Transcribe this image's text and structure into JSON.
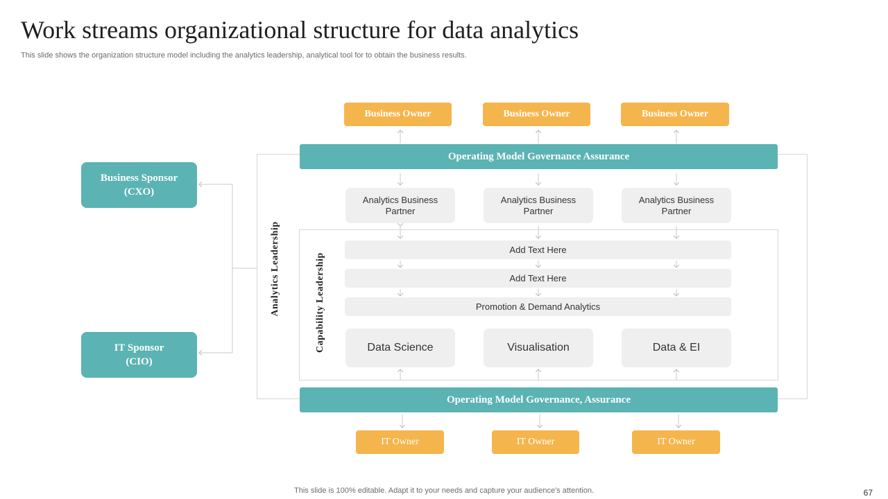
{
  "header": {
    "title": "Work streams organizational structure for data analytics",
    "subtitle": "This slide shows the organization structure  model including the analytics leadership, analytical tool for to obtain the business results."
  },
  "sponsors": {
    "business_line1": "Business Sponsor",
    "business_line2": "(CXO)",
    "it_line1": "IT Sponsor",
    "it_line2": "(CIO)"
  },
  "business_owners": [
    "Business Owner",
    "Business Owner",
    "Business Owner"
  ],
  "governance": {
    "top": "Operating  Model Governance Assurance",
    "bottom": "Operating  Model Governance, Assurance"
  },
  "partners": [
    {
      "line1": "Analytics Business",
      "line2": "Partner"
    },
    {
      "line1": "Analytics Business",
      "line2": "Partner"
    },
    {
      "line1": "Analytics Business",
      "line2": "Partner"
    }
  ],
  "side_labels": {
    "analytics": "Analytics  Leadership",
    "capability": "Capability  Leadership"
  },
  "rows": [
    "Add Text Here",
    "Add Text Here",
    "Promotion & Demand Analytics"
  ],
  "capabilities": [
    "Data Science",
    "Visualisation",
    "Data & EI"
  ],
  "it_owners": [
    "IT Owner",
    "IT Owner",
    "IT Owner"
  ],
  "footer": {
    "note": "This slide is 100% editable. Adapt it to your needs and capture your audience's attention.",
    "page_number": "67"
  },
  "colors": {
    "teal": "#5bb3b3",
    "orange": "#f5b54d",
    "light_gray": "#efefef"
  }
}
